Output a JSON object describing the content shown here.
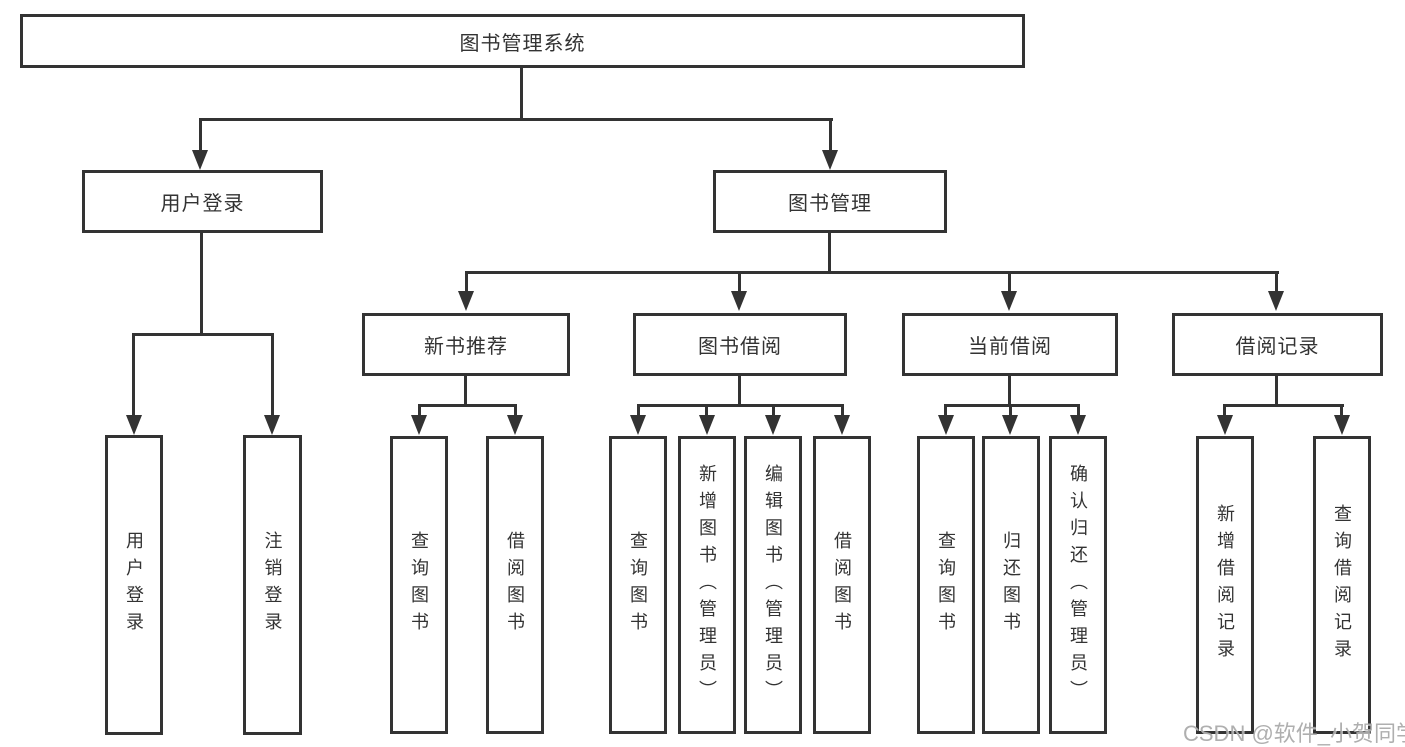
{
  "diagram": {
    "title": "图书管理系统",
    "level2": [
      {
        "label": "用户登录"
      },
      {
        "label": "图书管理"
      }
    ],
    "login_children": [
      {
        "label": "用户登录"
      },
      {
        "label": "注销登录"
      }
    ],
    "branches": [
      {
        "label": "新书推荐",
        "children": [
          {
            "label": "查询图书"
          },
          {
            "label": "借阅图书"
          }
        ]
      },
      {
        "label": "图书借阅",
        "children": [
          {
            "label": "查询图书"
          },
          {
            "label": "新增图书（管理员）"
          },
          {
            "label": "编辑图书（管理员）"
          },
          {
            "label": "借阅图书"
          }
        ]
      },
      {
        "label": "当前借阅",
        "children": [
          {
            "label": "查询图书"
          },
          {
            "label": "归还图书"
          },
          {
            "label": "确认归还（管理员）"
          }
        ]
      },
      {
        "label": "借阅记录",
        "children": [
          {
            "label": "新增借阅记录"
          },
          {
            "label": "查询借阅记录"
          }
        ]
      }
    ],
    "watermark": "CSDN @软件_小贺同学",
    "colors": {
      "line": "#333333",
      "text": "#333333",
      "watermark": "#a8a8a8"
    }
  }
}
